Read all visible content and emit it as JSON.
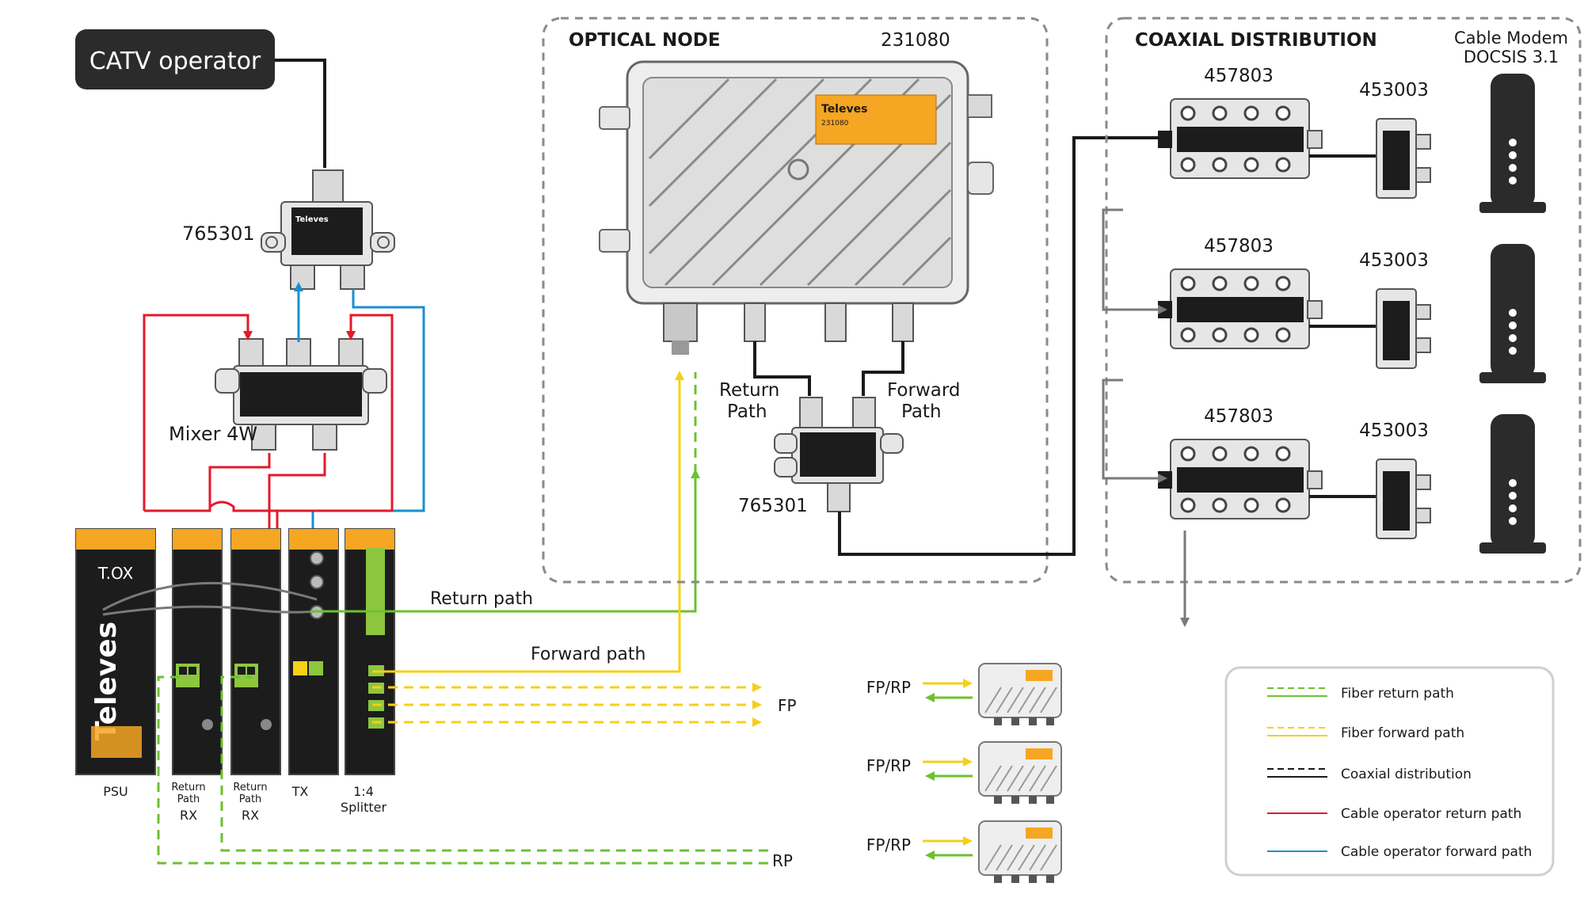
{
  "operator": {
    "label": "CATV operator"
  },
  "left": {
    "diplexer_ref": "765301",
    "mixer_label": "Mixer 4W",
    "modules": [
      {
        "name": "psu",
        "caption": "PSU"
      },
      {
        "name": "rx1",
        "caption_line1": "Return",
        "caption_line2": "Path",
        "caption_line3": "RX"
      },
      {
        "name": "rx2",
        "caption_line1": "Return",
        "caption_line2": "Path",
        "caption_line3": "RX"
      },
      {
        "name": "tx",
        "caption": "TX"
      },
      {
        "name": "splitter",
        "caption_line1": "1:4",
        "caption_line2": "Splitter"
      }
    ],
    "brand": "Televes",
    "logo": "T.OX",
    "return_path_label": "Return path",
    "forward_path_label": "Forward path",
    "fp_label": "FP",
    "rp_label": "RP"
  },
  "optical_node": {
    "title": "OPTICAL NODE",
    "ref": "231080",
    "return_label_line1": "Return",
    "return_label_line2": "Path",
    "forward_label_line1": "Forward",
    "forward_label_line2": "Path",
    "diplexer_ref": "765301",
    "plate_brand": "Televes",
    "plate_ref": "231080"
  },
  "coaxial": {
    "title": "COAXIAL DISTRIBUTION",
    "modem_line1": "Cable Modem",
    "modem_line2": "DOCSIS 3.1",
    "rows": [
      {
        "tap_ref": "457803",
        "split_ref": "453003"
      },
      {
        "tap_ref": "457803",
        "split_ref": "453003"
      },
      {
        "tap_ref": "457803",
        "split_ref": "453003"
      }
    ]
  },
  "nodes_group": {
    "fprp_labels": [
      "FP/RP",
      "FP/RP",
      "FP/RP"
    ]
  },
  "legend": {
    "items": [
      {
        "label": "Fiber return path",
        "color": "#6cc12e",
        "dashed_color": "#6cc12e"
      },
      {
        "label": "Fiber forward path",
        "color": "#f5d018",
        "dashed_color": "#f5d018"
      },
      {
        "label": "Coaxial distribution",
        "color": "#1a1a1a",
        "dashed_color": "#1a1a1a"
      },
      {
        "label": "Cable operator return path",
        "color": "#e3192b"
      },
      {
        "label": "Cable operator forward path",
        "color": "#1a8fd0"
      }
    ]
  },
  "colors": {
    "fiber_return": "#6cc12e",
    "fiber_forward": "#f5d018",
    "coax": "#1a1a1a",
    "op_return": "#e3192b",
    "op_forward": "#1a8fd0",
    "accent": "#f5a623"
  }
}
